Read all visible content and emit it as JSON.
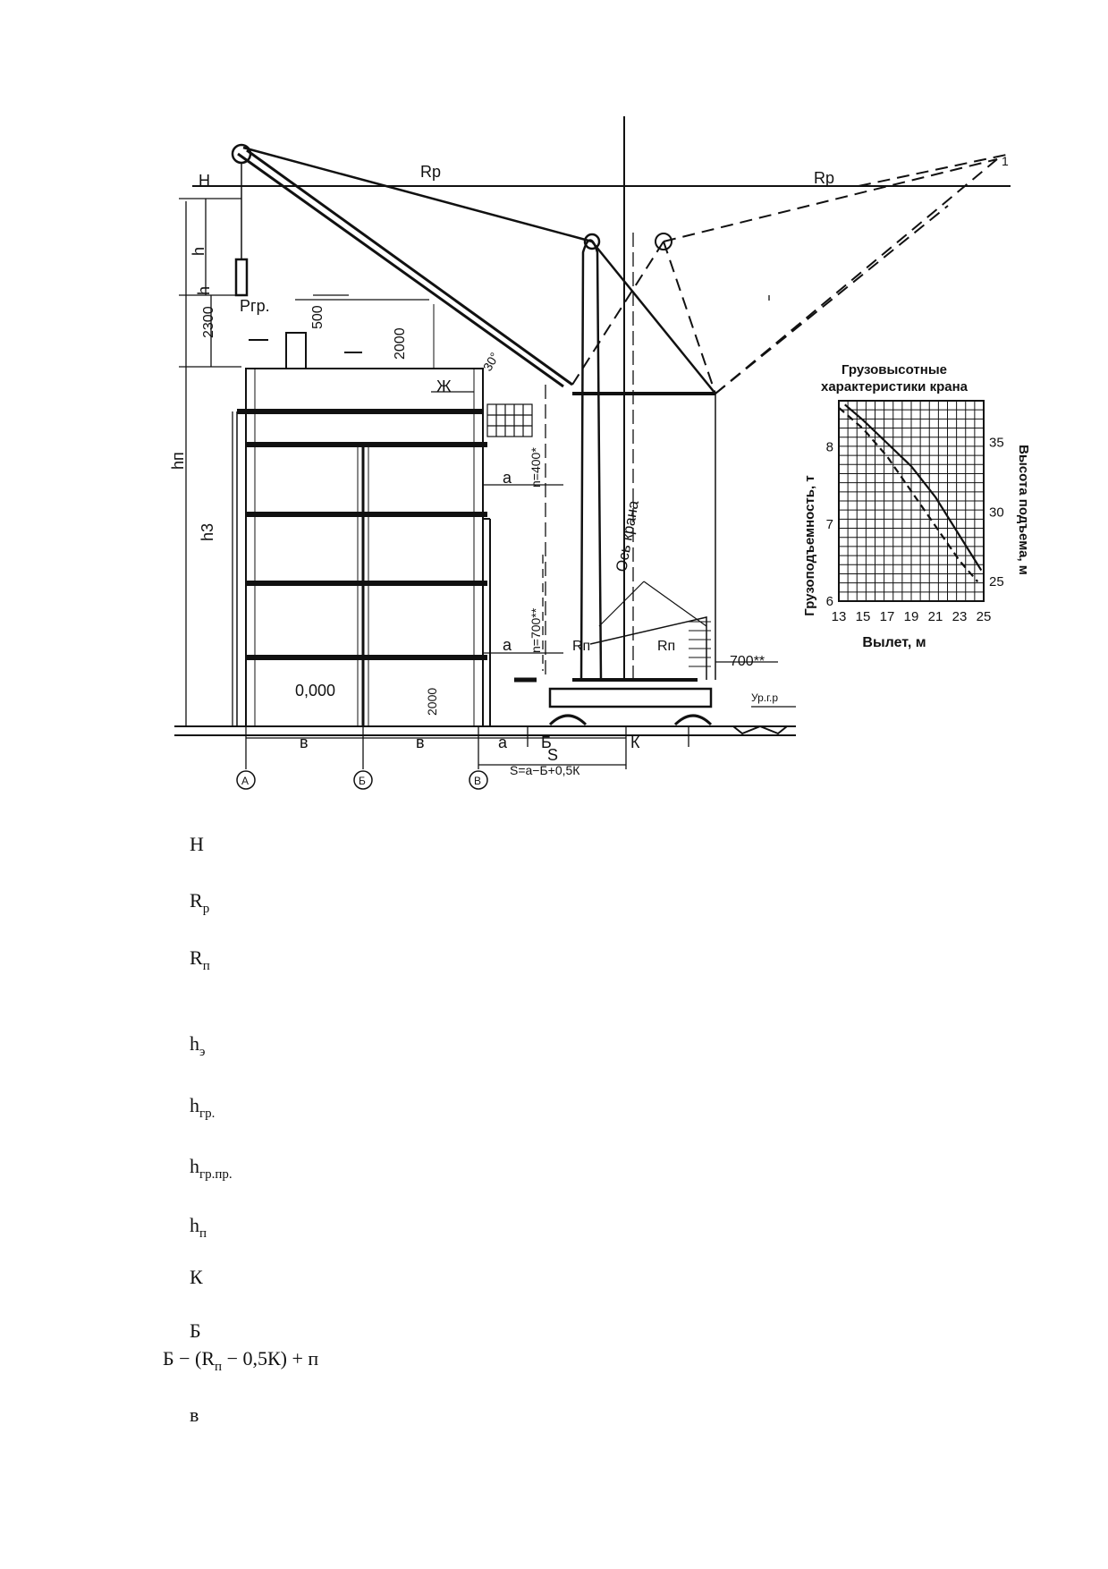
{
  "diagram": {
    "labels": {
      "H": "Н",
      "Rp_left": "Rр",
      "Rp_right": "Rр",
      "h_top": "h",
      "h_small": "h",
      "Prp": "Pгр.",
      "dim_500": "500",
      "dim_2000": "2000",
      "dim_2300": "2300",
      "hn": "hп",
      "h3": "h3",
      "zh": "Ж",
      "a_top": "a",
      "a_bottom": "a",
      "a_ground": "a",
      "n400": "n=400*",
      "n700": "n=700**",
      "axis_crane": "Ось крана",
      "Rn": "Rп",
      "Rnn": "Rп",
      "dim_700": "700**",
      "ugr": "Ур.г.р",
      "zero": "0,000",
      "dim_2000_bottom": "2000",
      "b1": "в",
      "b2": "в",
      "B_dim": "Б",
      "K_dim": "К",
      "S": "S",
      "S_formula": "S=a−Б+0,5К",
      "axis_A": "A",
      "axis_B": "Б",
      "axis_V": "В",
      "angle": "30°",
      "one": "1"
    },
    "inset_chart": {
      "title_line1": "Грузовысотные",
      "title_line2": "характеристики крана",
      "left_axis_label": "Грузоподъемность, т",
      "right_axis_label": "Высота подъема, м",
      "x_label": "Вылет, м",
      "x_ticks": [
        "13",
        "15",
        "17",
        "19",
        "21",
        "23",
        "25"
      ],
      "left_ticks": [
        "8",
        "7",
        "6"
      ],
      "right_ticks": [
        "35",
        "30",
        "25"
      ]
    }
  },
  "legend": {
    "s1": "Н",
    "s2_main": "R",
    "s2_sub": "р",
    "s3_main": "R",
    "s3_sub": "п",
    "s4_main": "h",
    "s4_sub": "э",
    "s5_main": "h",
    "s5_sub": "гр.",
    "s6_main": "h",
    "s6_sub": "гр.пр.",
    "s7_main": "h",
    "s7_sub": "п",
    "s8": "К",
    "s9": "Б",
    "formula_a": "Б − (R",
    "formula_sub": "п",
    "formula_b": " − 0,5К) + п",
    "s10": "в"
  },
  "chart_data": {
    "type": "line",
    "title": "Грузовысотные характеристики крана",
    "xlabel": "Вылет, м",
    "ylabel": "Грузоподъемность, т",
    "ylabel_right": "Высота подъема, м",
    "xlim": [
      13,
      25
    ],
    "ylim": [
      6,
      8.6
    ],
    "ylim_right": [
      23.6,
      38
    ],
    "series": [
      {
        "axis": "left",
        "style": "solid",
        "x": [
          13.5,
          15,
          17,
          19,
          21,
          23,
          24.8
        ],
        "y": [
          8.55,
          8.35,
          8.05,
          7.75,
          7.35,
          6.85,
          6.4
        ]
      },
      {
        "axis": "right",
        "style": "dashed",
        "x": [
          13,
          15,
          17,
          19,
          21,
          23,
          24.5
        ],
        "y": [
          37.5,
          36,
          34,
          31.5,
          29,
          26.5,
          25
        ]
      }
    ]
  }
}
